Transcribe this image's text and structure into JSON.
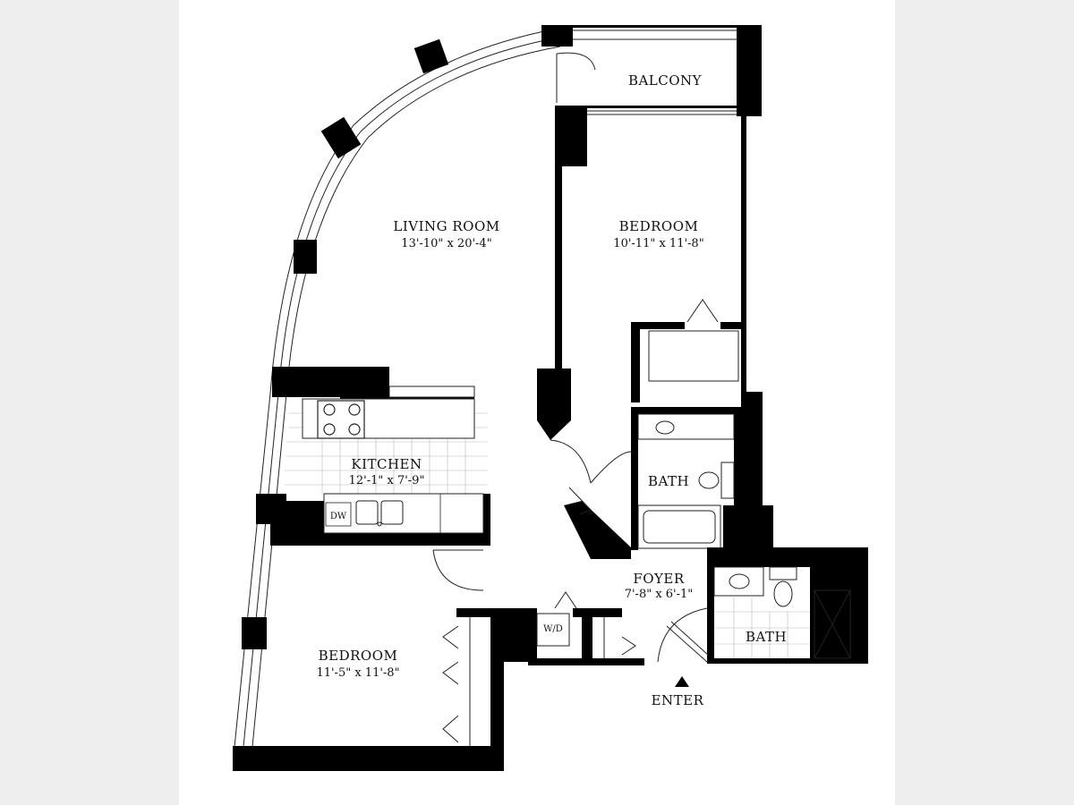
{
  "rooms": {
    "balcony": {
      "name": "BALCONY"
    },
    "living": {
      "name": "LIVING ROOM",
      "dims": "13'-10\" x 20'-4\""
    },
    "bedroom1": {
      "name": "BEDROOM",
      "dims": "10'-11\" x 11'-8\""
    },
    "kitchen": {
      "name": "KITCHEN",
      "dims": "12'-1\" x 7'-9\""
    },
    "bath1": {
      "name": "BATH"
    },
    "foyer": {
      "name": "FOYER",
      "dims": "7'-8\" x 6'-1\""
    },
    "bath2": {
      "name": "BATH"
    },
    "bedroom2": {
      "name": "BEDROOM",
      "dims": "11'-5\" x 11'-8\""
    }
  },
  "fixtures": {
    "dishwasher": "DW",
    "washer_dryer": "W/D"
  },
  "entry": {
    "label": "ENTER"
  }
}
